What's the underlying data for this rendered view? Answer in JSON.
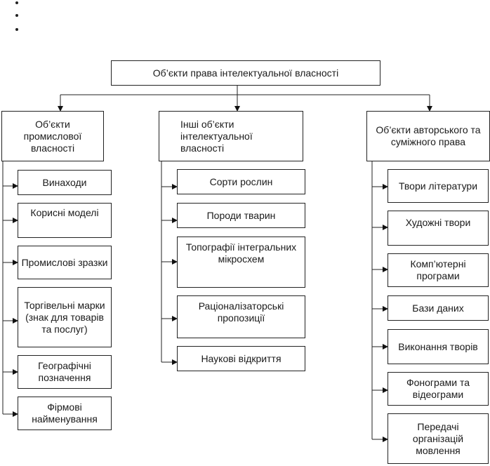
{
  "root": "Об’єкти права інтелектуальної власності",
  "columns": [
    {
      "title": "Об’єкти промислової власності",
      "items": [
        "Винаходи",
        "Корисні моделі",
        "Промислові зразки",
        "Торгівельні марки (знак для товарів та послуг)",
        "Географічні позначення",
        "Фірмові найменування"
      ]
    },
    {
      "title": "Інші об’єкти інтелектуальної власності",
      "items": [
        "Сорти рослин",
        "Породи тварин",
        "Топографії інтегральних мікросхем",
        "Раціоналізаторські пропозиції",
        "Наукові відкриття"
      ]
    },
    {
      "title": "Об’єкти авторського та суміжного права",
      "items": [
        "Твори літератури",
        "Художні твори",
        "Комп’ютерні програми",
        "Бази даних",
        "Виконання творів",
        "Фонограми та відеограми",
        "Передачі організацій мовлення"
      ]
    }
  ]
}
